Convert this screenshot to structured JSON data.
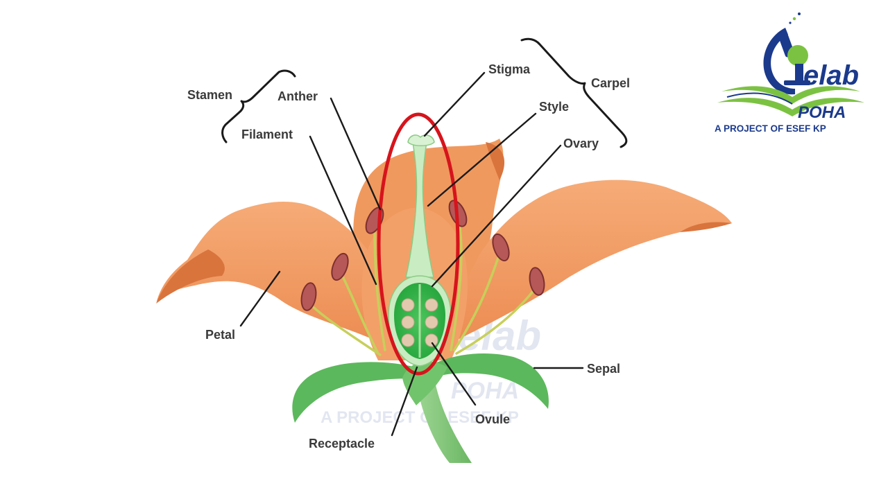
{
  "labels": {
    "stamen": "Stamen",
    "anther": "Anther",
    "filament": "Filament",
    "stigma": "Stigma",
    "style": "Style",
    "ovary": "Ovary",
    "carpel": "Carpel",
    "petal": "Petal",
    "sepal": "Sepal",
    "ovule": "Ovule",
    "receptacle": "Receptacle"
  },
  "logo": {
    "elab": "elab",
    "poha": "POHA",
    "tagline": "A PROJECT OF ESEF KP"
  },
  "watermark": {
    "elab": "elab",
    "poha": "POHA",
    "tagline": "A PROJECT OF ESEF KP"
  },
  "colors": {
    "petal": "#f29a63",
    "petal_dark": "#d9743d",
    "sepal": "#5cb85c",
    "stem": "#7cc576",
    "ovary": "#34b34a",
    "anther": "#b65858",
    "highlight": "#d6141c",
    "logo_blue": "#1b3a8c",
    "logo_green": "#7cc242"
  }
}
